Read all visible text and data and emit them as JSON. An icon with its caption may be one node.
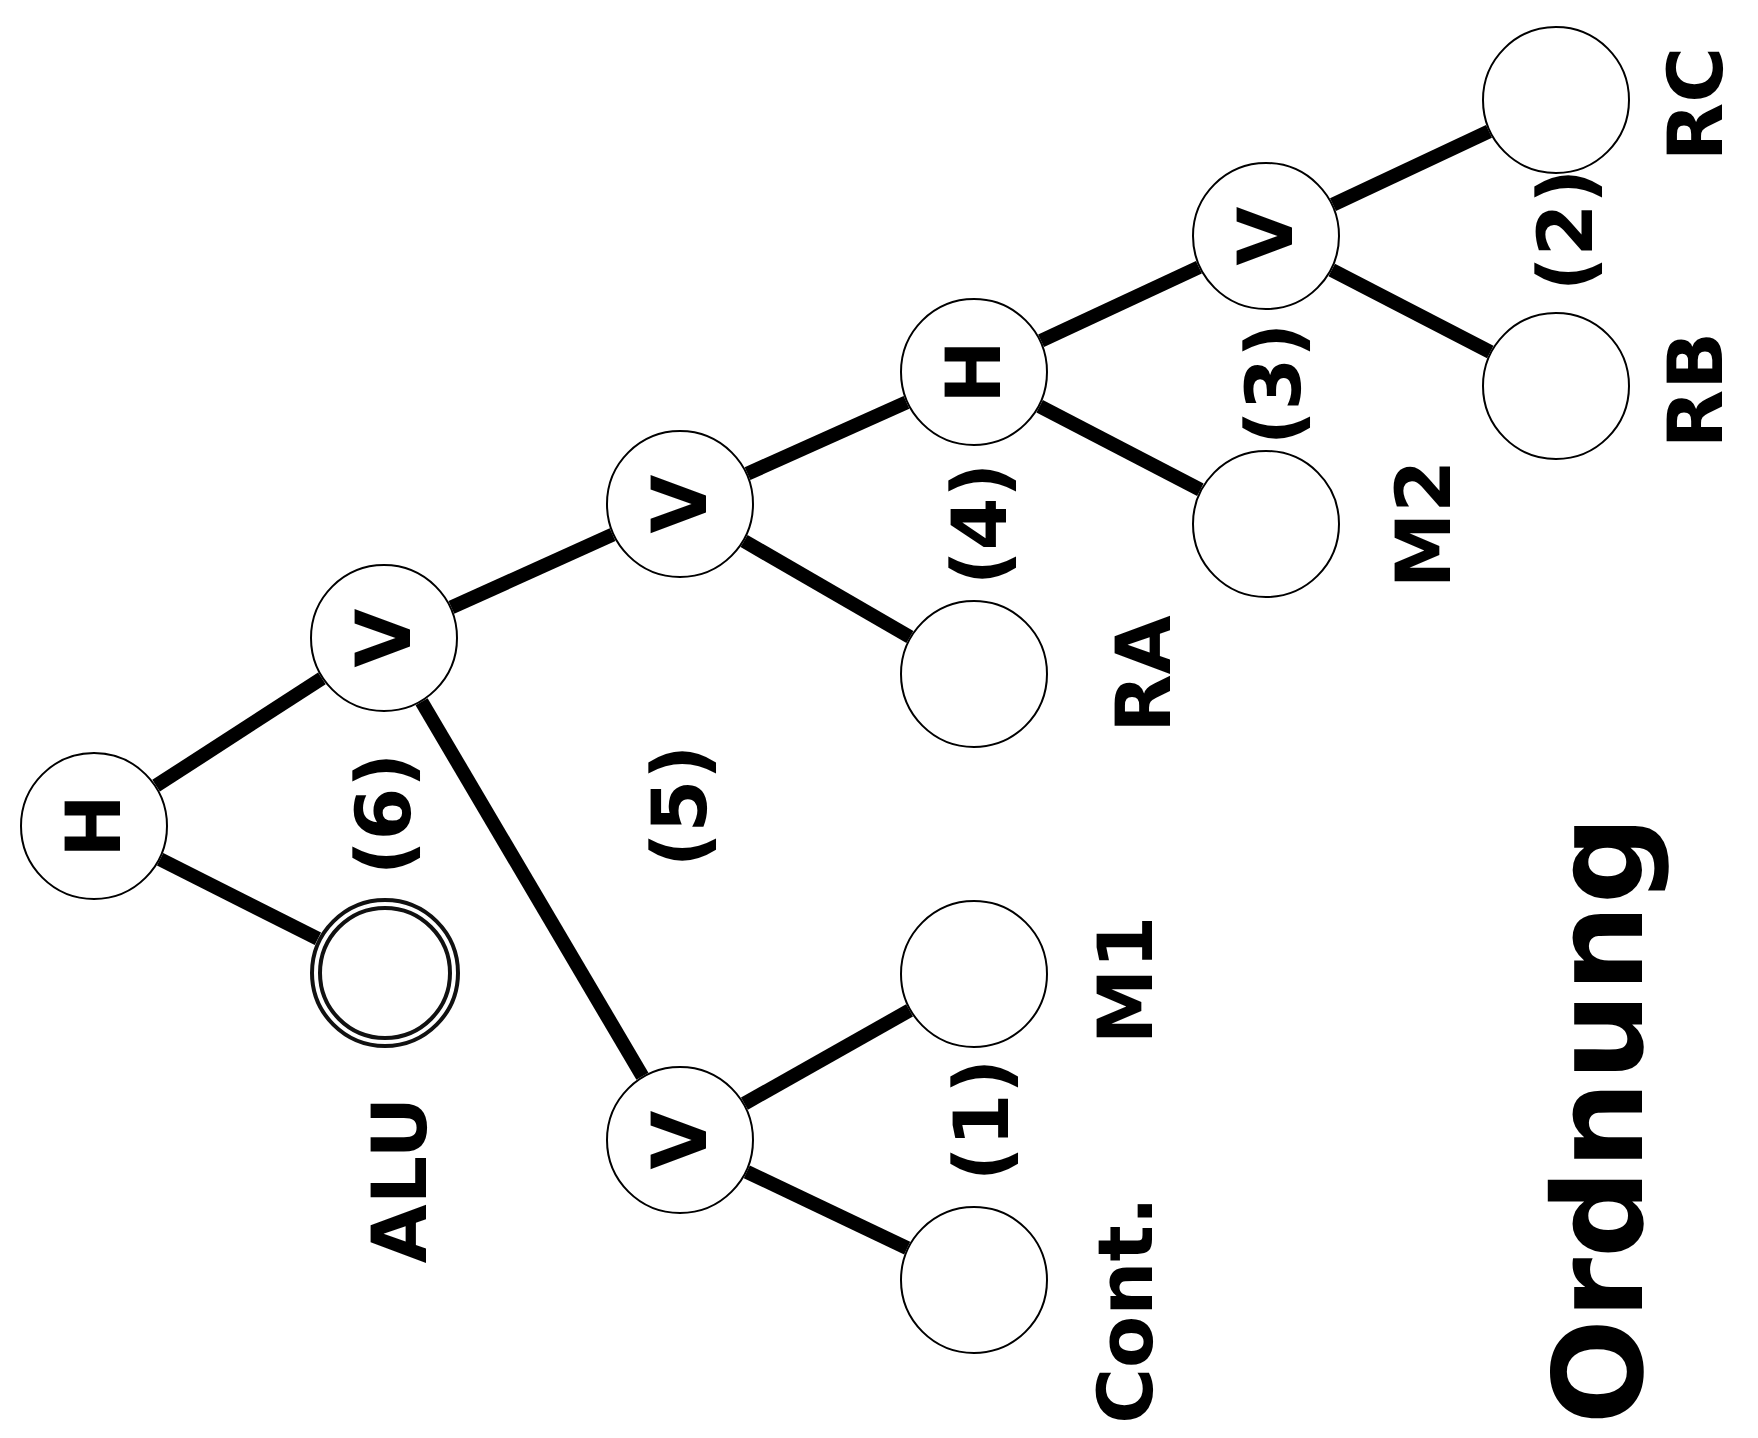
{
  "diagram": {
    "nodes": [
      {
        "text": [
          "H"
        ]
      },
      {
        "text": [
          "V"
        ]
      },
      {
        "text": [
          "V"
        ]
      },
      {
        "text": [
          "H"
        ]
      },
      {
        "text": [
          "V"
        ]
      },
      {
        "text": [],
        "shape": "circle",
        "beside": [
          "RC"
        ]
      },
      {
        "text": [],
        "shape": "circle",
        "beside": [
          "RB"
        ]
      },
      {
        "text": [],
        "shape": "circle",
        "beside": [
          "M2"
        ]
      },
      {
        "text": [],
        "shape": "circle",
        "beside": [
          "RA"
        ]
      },
      {
        "text": [],
        "shape": "circle",
        "beside": [
          "ALU"
        ]
      },
      {
        "text": [
          "V"
        ]
      },
      {
        "text": [],
        "shape": "circle",
        "beside": [
          "M1"
        ]
      },
      {
        "text": [],
        "shape": "circle",
        "beside": [
          "Cont."
        ]
      }
    ],
    "edges": [
      {
        "from": 0,
        "to": 1,
        "arrow": "none"
      },
      {
        "from": 0,
        "to": 9,
        "arrow": "none"
      },
      {
        "from": 1,
        "to": 2,
        "arrow": "none"
      },
      {
        "from": 1,
        "to": 10,
        "arrow": "none"
      },
      {
        "from": 2,
        "to": 3,
        "arrow": "none"
      },
      {
        "from": 2,
        "to": 8,
        "arrow": "none"
      },
      {
        "from": 3,
        "to": 4,
        "arrow": "none"
      },
      {
        "from": 3,
        "to": 7,
        "arrow": "none"
      },
      {
        "from": 4,
        "to": 5,
        "arrow": "none"
      },
      {
        "from": 4,
        "to": 6,
        "arrow": "none"
      },
      {
        "from": 10,
        "to": 11,
        "arrow": "none"
      },
      {
        "from": 10,
        "to": 12,
        "arrow": "none"
      }
    ],
    "labels": [
      "(6)",
      "(5)",
      "(4)",
      "(3)",
      "(2)",
      "(1)",
      "Ordnung"
    ]
  }
}
